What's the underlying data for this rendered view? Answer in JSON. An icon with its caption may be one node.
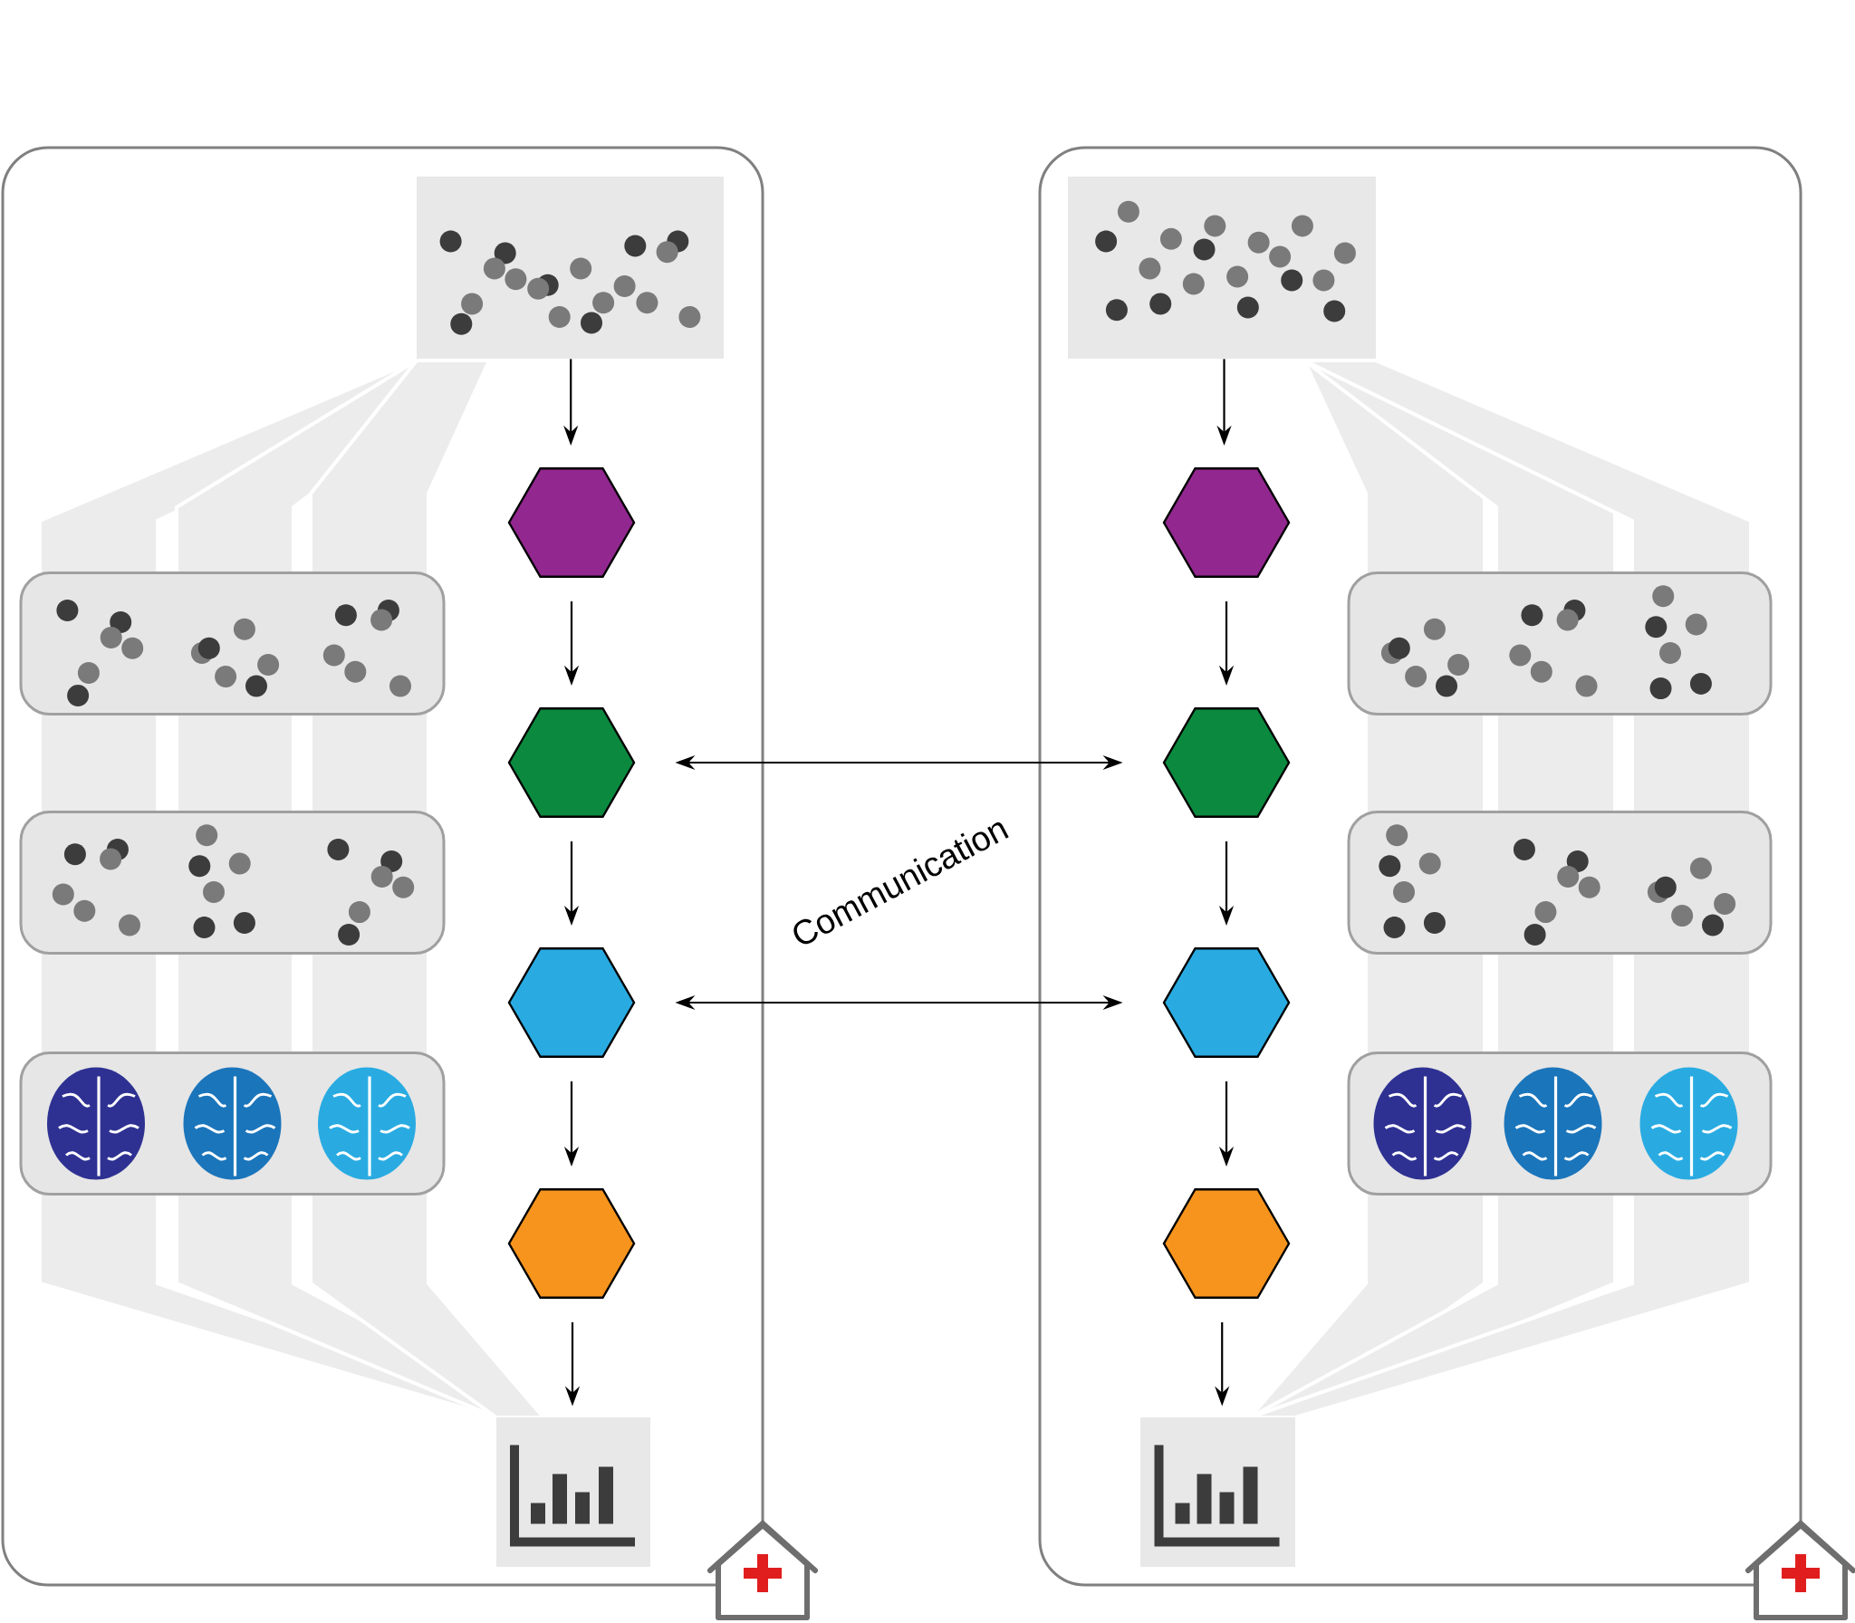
{
  "diagram": {
    "nodes": [
      {
        "text": [],
        "shape": "box"
      },
      {
        "text": [],
        "shape": "box",
        "in": 0
      },
      {
        "text": [],
        "shape": "hexagon",
        "in": 0
      },
      {
        "text": [],
        "shape": "hexagon",
        "in": 0
      },
      {
        "text": [],
        "shape": "hexagon",
        "in": 0
      },
      {
        "text": [],
        "shape": "hexagon",
        "in": 0
      },
      {
        "text": [],
        "shape": "box",
        "in": 0
      },
      {
        "text": [],
        "shape": "box"
      },
      {
        "text": [],
        "shape": "box",
        "in": 7
      },
      {
        "text": [],
        "shape": "hexagon",
        "in": 7
      },
      {
        "text": [],
        "shape": "hexagon",
        "in": 7
      },
      {
        "text": [],
        "shape": "hexagon",
        "in": 7
      },
      {
        "text": [],
        "shape": "hexagon",
        "in": 7
      },
      {
        "text": [],
        "shape": "box",
        "in": 7
      }
    ],
    "edges": [
      {
        "from": 1,
        "to": 2,
        "arrow": "to"
      },
      {
        "from": 2,
        "to": 3,
        "arrow": "to"
      },
      {
        "from": 3,
        "to": 4,
        "arrow": "to"
      },
      {
        "from": 4,
        "to": 5,
        "arrow": "to"
      },
      {
        "from": 5,
        "to": 6,
        "arrow": "to"
      },
      {
        "from": 8,
        "to": 9,
        "arrow": "to"
      },
      {
        "from": 9,
        "to": 10,
        "arrow": "to"
      },
      {
        "from": 10,
        "to": 11,
        "arrow": "to"
      },
      {
        "from": 11,
        "to": 12,
        "arrow": "to"
      },
      {
        "from": 12,
        "to": 13,
        "arrow": "to"
      },
      {
        "from": 3,
        "to": 10,
        "arrow": "both"
      },
      {
        "from": 4,
        "to": 11,
        "arrow": "both"
      }
    ],
    "labels": [
      "Communication"
    ]
  }
}
